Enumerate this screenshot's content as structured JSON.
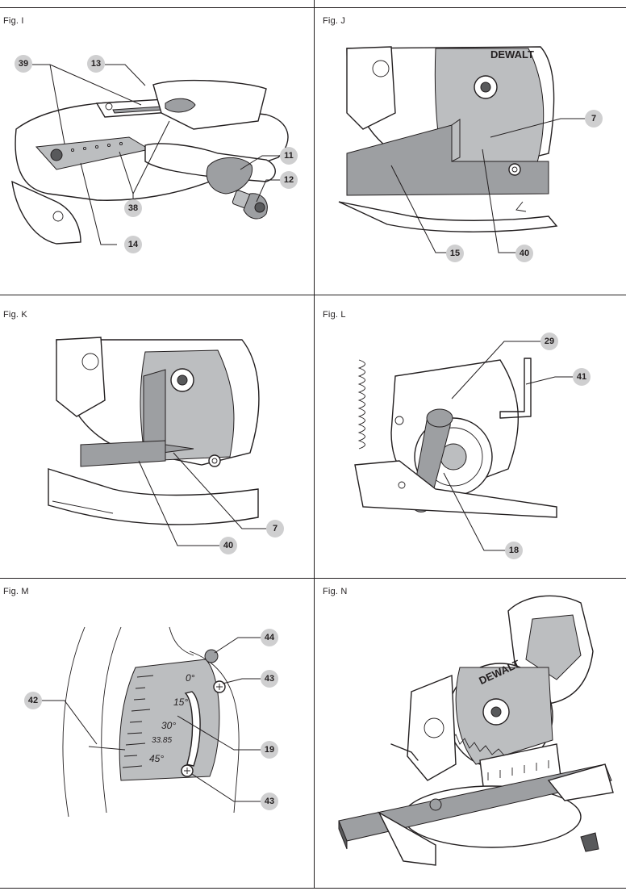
{
  "figures": [
    {
      "label": "Fig. I",
      "callouts": [
        "39",
        "13",
        "11",
        "12",
        "38",
        "14"
      ]
    },
    {
      "label": "Fig. J",
      "callouts": [
        "7",
        "15",
        "40"
      ]
    },
    {
      "label": "Fig. K",
      "callouts": [
        "7",
        "40"
      ]
    },
    {
      "label": "Fig.  L",
      "callouts": [
        "29",
        "41",
        "18"
      ]
    },
    {
      "label": "Fig. M",
      "callouts": [
        "44",
        "43",
        "42",
        "19",
        "43"
      ],
      "scale_marks": [
        "0°",
        "15°",
        "30°",
        "33.85",
        "45°"
      ]
    },
    {
      "label": "Fig. N",
      "callouts": []
    }
  ],
  "brand_text": "DEWALT"
}
